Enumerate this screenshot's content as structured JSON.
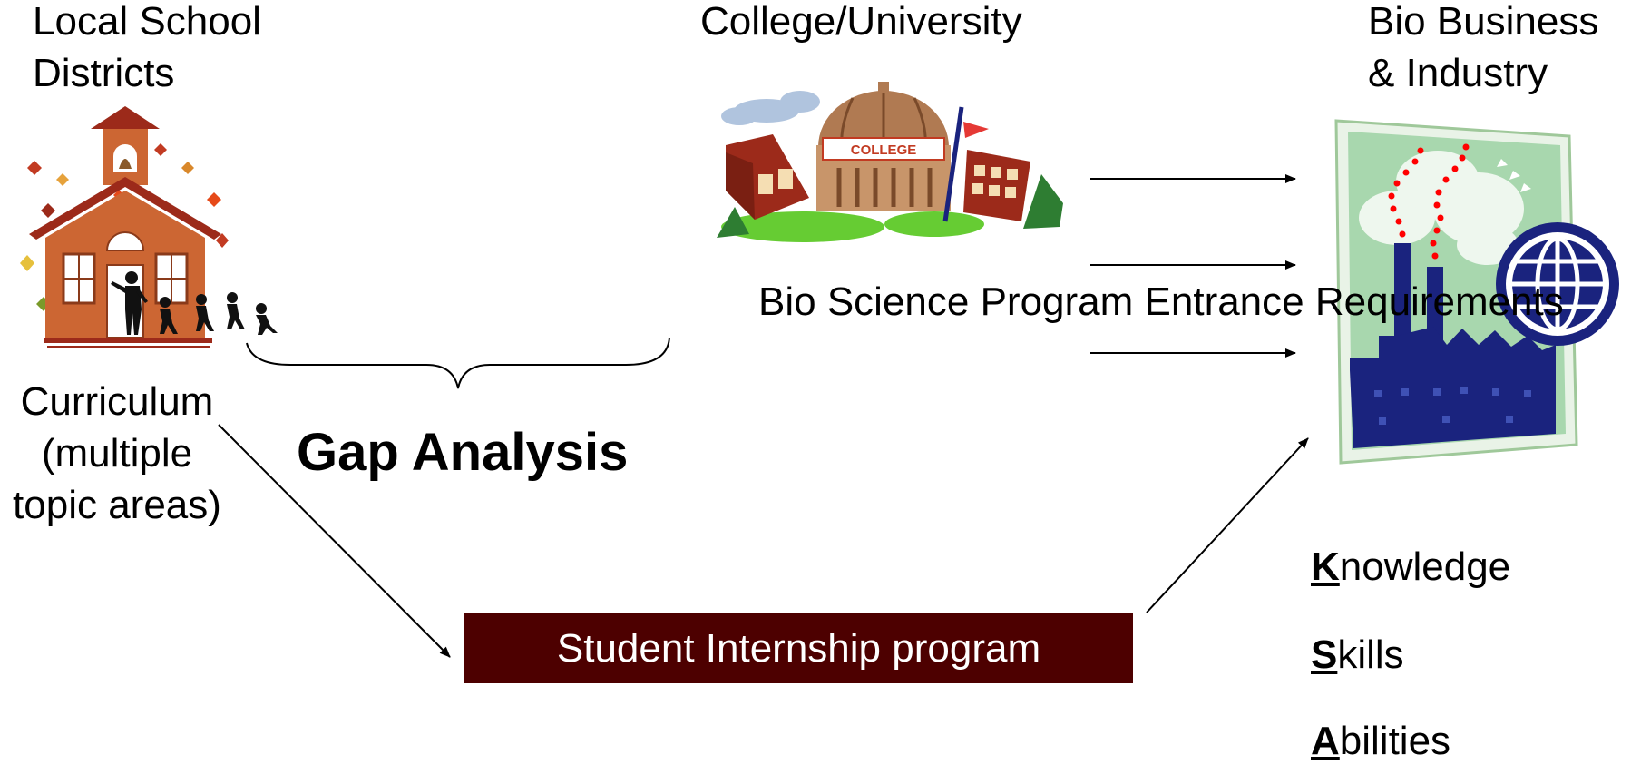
{
  "headers": {
    "school": "Local School Districts",
    "college": "College/University",
    "bio": "Bio Business & Industry"
  },
  "school_labels": {
    "bell_tower": "",
    "curriculum": "Curriculum (multiple topic areas)"
  },
  "gap": {
    "title": "Gap Analysis"
  },
  "college_program": {
    "sign": "COLLEGE",
    "description": "Bio Science Program Entrance Requirements"
  },
  "internship": {
    "label": "Student Internship program"
  },
  "ksa": [
    {
      "initial": "K",
      "rest": "nowledge"
    },
    {
      "initial": "S",
      "rest": "kills"
    },
    {
      "initial": "A",
      "rest": "bilities"
    }
  ],
  "colors": {
    "internship_bg": "#4d0000",
    "school_wall": "#cc6633",
    "factory": "#1a237e",
    "globe": "#1a237e",
    "college_dome": "#b07a52",
    "lawn": "#66cc33",
    "smoke_dots": "#ff0000"
  },
  "icons": [
    "schoolhouse-icon",
    "college-icon",
    "factory-icon",
    "globe-icon"
  ]
}
